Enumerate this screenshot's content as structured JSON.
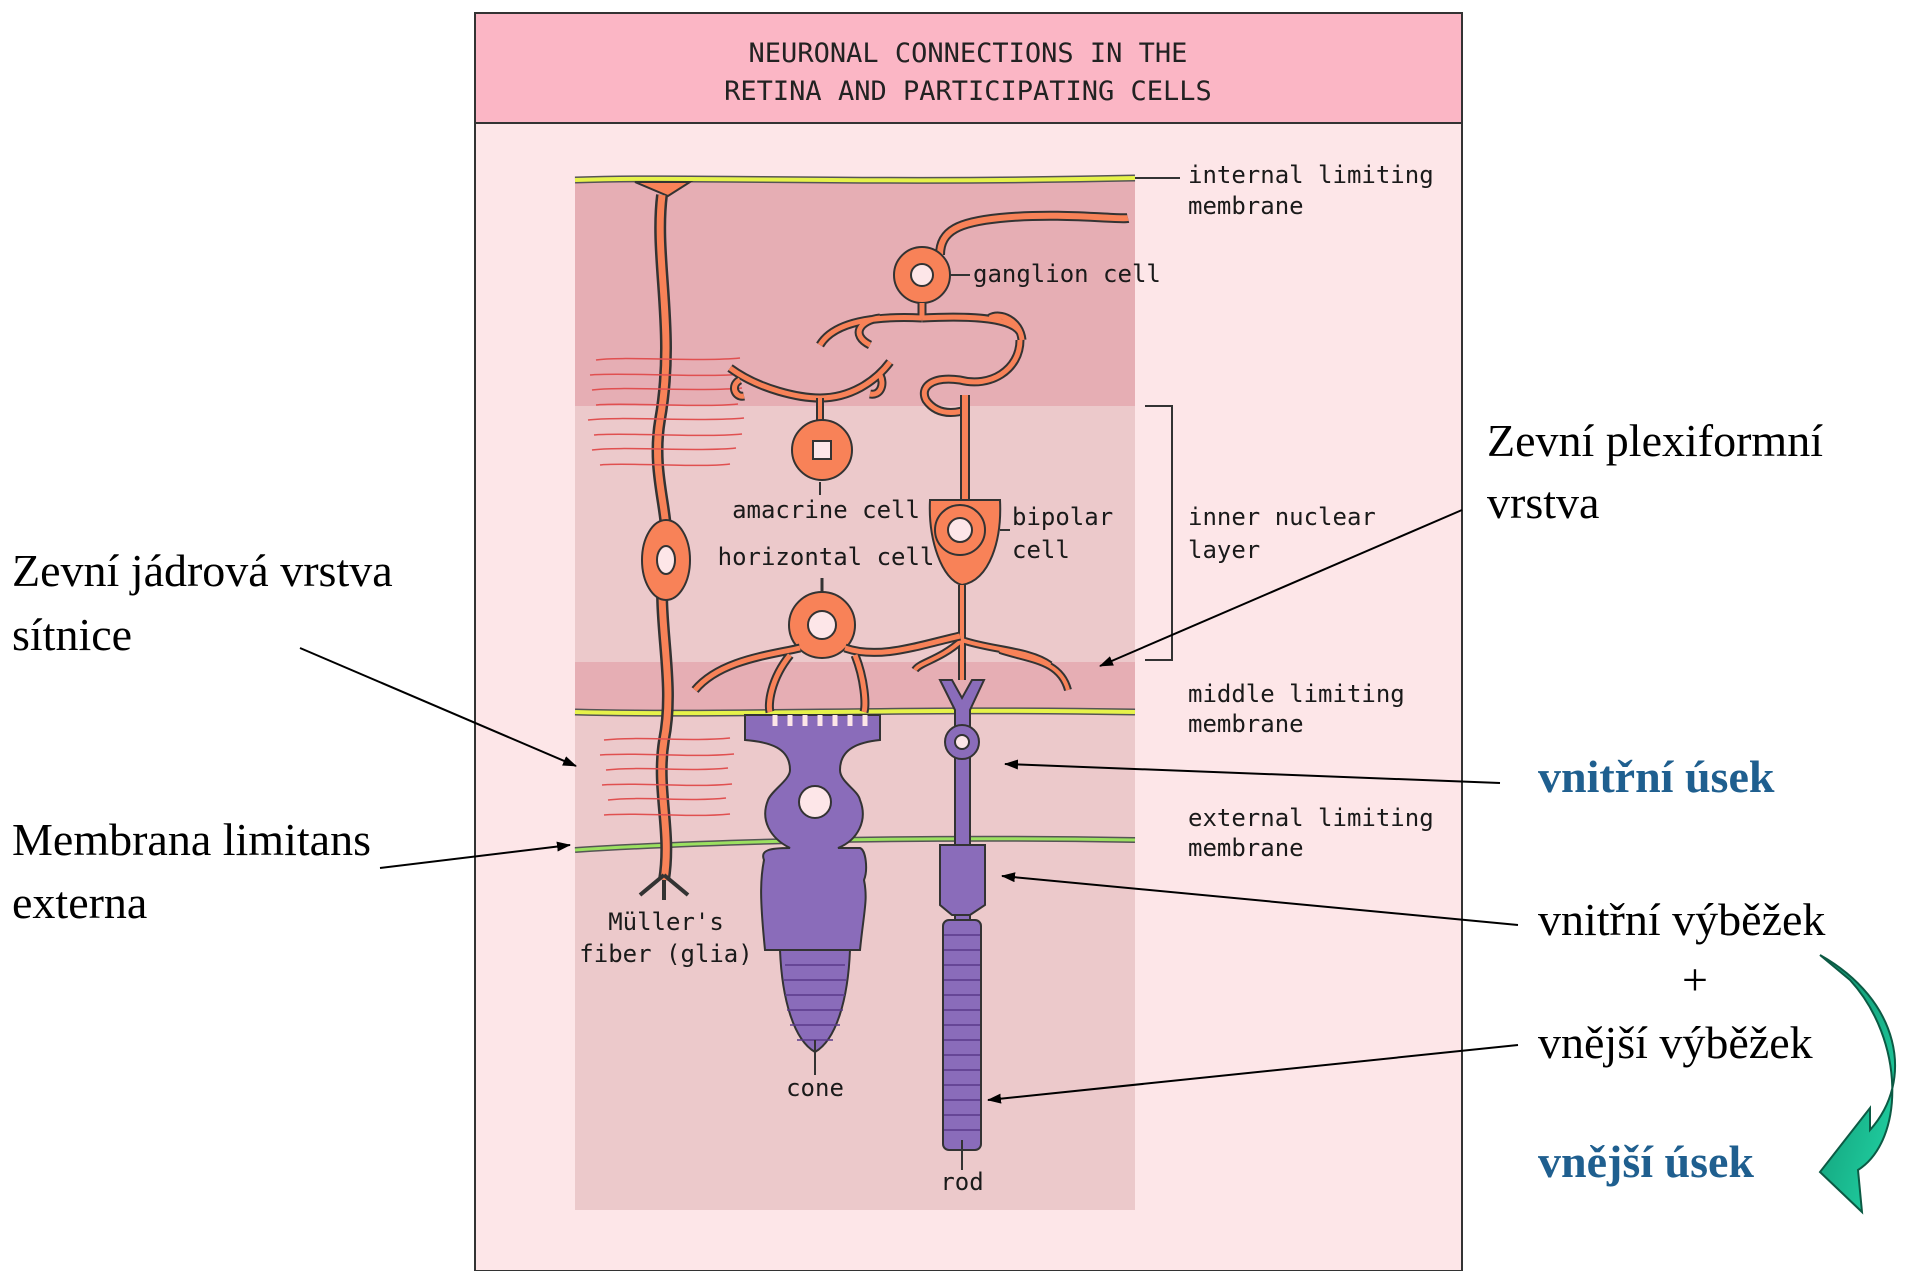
{
  "figure": {
    "title_line1": "NEURONAL CONNECTIONS IN THE",
    "title_line2": "RETINA AND PARTICIPATING CELLS",
    "labels": {
      "internal_limiting_1": "internal limiting",
      "internal_limiting_2": "membrane",
      "ganglion_cell": "ganglion cell",
      "amacrine_cell": "amacrine cell",
      "horizontal_cell": "horizontal cell",
      "bipolar_1": "bipolar",
      "bipolar_2": "cell",
      "inner_nuclear_1": "inner nuclear",
      "inner_nuclear_2": "layer",
      "middle_limiting_1": "middle limiting",
      "middle_limiting_2": "membrane",
      "external_limiting_1": "external limiting",
      "external_limiting_2": "membrane",
      "muller_1": "Müller's",
      "muller_2": "fiber (glia)",
      "cone": "cone",
      "rod": "rod"
    },
    "colors": {
      "panel_bg": "#fde6e8",
      "header_bg": "#fbb6c5",
      "neuron": "#f88258",
      "photoreceptor": "#8a6cba",
      "membrane": "#e6f24a"
    }
  },
  "annotations": {
    "outer_nuclear_1": "Zevní jádrová vrstva",
    "outer_nuclear_2": "sítnice",
    "membrana_1": "Membrana limitans",
    "membrana_2": "externa",
    "outer_plexiform_1": "Zevní plexiformní",
    "outer_plexiform_2": "vrstva",
    "inner_segment": "vnitřní úsek",
    "inner_process": "vnitřní výběžek",
    "plus": "+",
    "outer_process": "vnější výběžek",
    "outer_segment": "vnější úsek",
    "segment_color": "#1f5f8f",
    "arrow_color": "#1aa880"
  }
}
